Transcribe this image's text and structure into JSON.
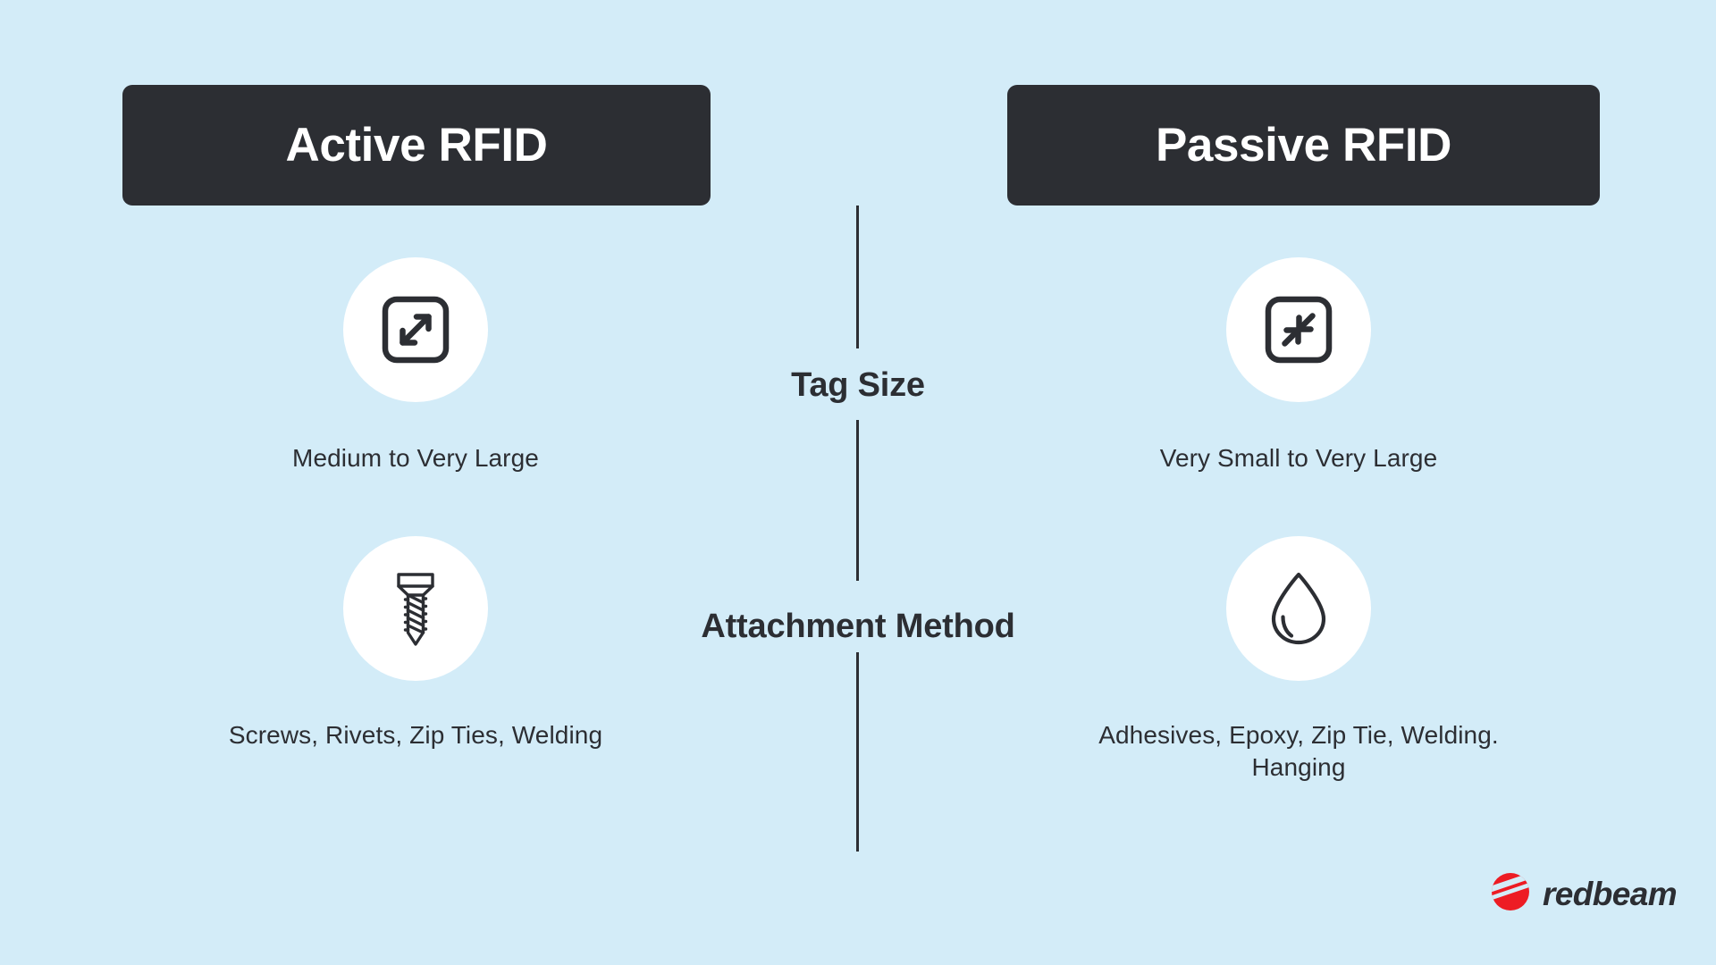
{
  "background_color": "#d3ecf8",
  "dark_color": "#2c2e33",
  "accent_color": "#ed1c24",
  "columns": {
    "left": {
      "title": "Active RFID"
    },
    "right": {
      "title": "Passive RFID"
    }
  },
  "rows": [
    {
      "label": "Tag Size",
      "left": {
        "icon": "expand-arrows-icon",
        "value": "Medium to Very Large"
      },
      "right": {
        "icon": "compress-arrows-icon",
        "value": "Very Small to Very Large"
      }
    },
    {
      "label": "Attachment Method",
      "left": {
        "icon": "screw-icon",
        "value": "Screws, Rivets, Zip Ties, Welding"
      },
      "right": {
        "icon": "water-droplet-icon",
        "value": "Adhesives, Epoxy, Zip Tie, Welding. Hanging"
      }
    }
  ],
  "brand": {
    "name": "redbeam",
    "mark": "redbeam-logo-icon"
  }
}
